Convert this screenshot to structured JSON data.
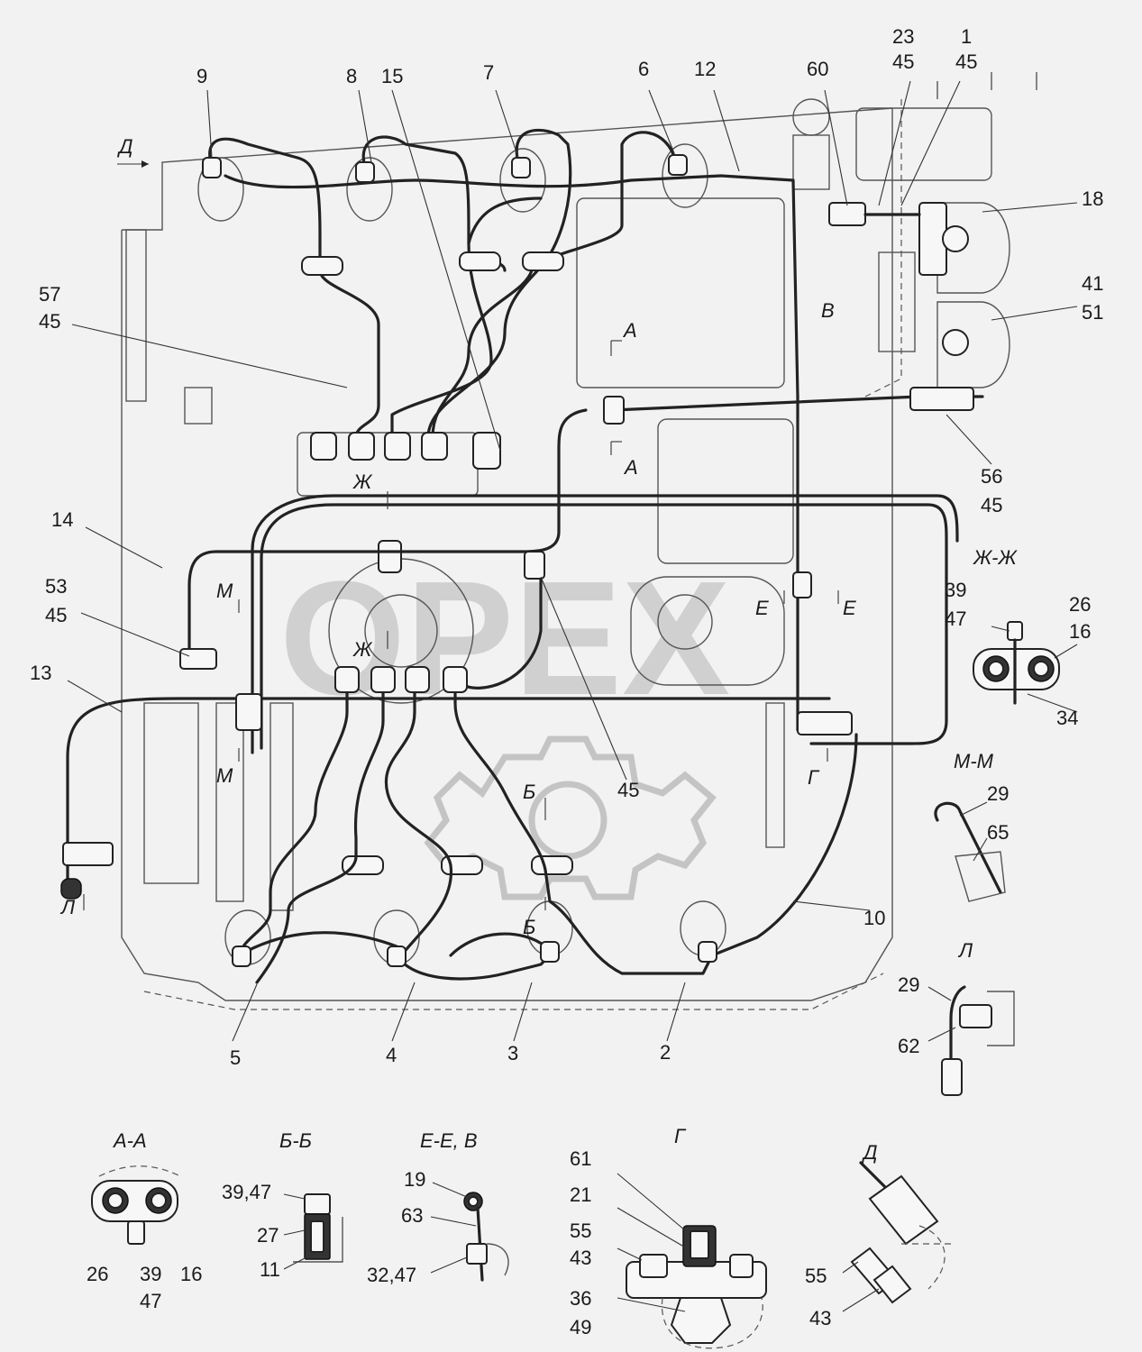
{
  "watermark": "OPEX",
  "labels": {
    "n9": "9",
    "n8": "8",
    "n15": "15",
    "n7": "7",
    "n6": "6",
    "n12": "12",
    "n60": "60",
    "n23": "23",
    "n45a": "45",
    "n1": "1",
    "n45b": "45",
    "n18": "18",
    "n57": "57",
    "n45c": "45",
    "n41": "41",
    "n51": "51",
    "n56": "56",
    "n45d": "45",
    "n14": "14",
    "n53": "53",
    "n45e": "45",
    "n13": "13",
    "n45f": "45",
    "n10": "10",
    "n5": "5",
    "n4": "4",
    "n3": "3",
    "n2": "2",
    "zz_39": "39",
    "zz_47": "47",
    "zz_26": "26",
    "zz_16": "16",
    "zz_34": "34",
    "mm_29": "29",
    "mm_65": "65",
    "l_29": "29",
    "l_62": "62",
    "aa_26": "26",
    "aa_39": "39",
    "aa_47": "47",
    "aa_16": "16",
    "bb_3947": "39,47",
    "bb_27": "27",
    "bb_11": "11",
    "ee_19": "19",
    "ee_63": "63",
    "ee_3247": "32,47",
    "g_61": "61",
    "g_21": "21",
    "g_55": "55",
    "g_43": "43",
    "g_36": "36",
    "g_49": "49",
    "d_55": "55",
    "d_43": "43"
  },
  "section_marks": {
    "d_view": "Д",
    "a_top": "А",
    "a_mid": "А",
    "v": "В",
    "zh_top": "Ж",
    "zh_mid": "Ж",
    "m_top": "М",
    "m_bot": "М",
    "e_left": "Е",
    "e_right": "Е",
    "g": "Г",
    "b_top": "Б",
    "b_bot": "Б",
    "l": "Л"
  },
  "view_titles": {
    "zh_zh": "Ж-Ж",
    "m_m": "М-М",
    "l_view": "Л",
    "a_a": "А-А",
    "b_b": "Б-Б",
    "e_e_v": "Е-Е, В",
    "g_view": "Г",
    "d_view": "Д"
  }
}
